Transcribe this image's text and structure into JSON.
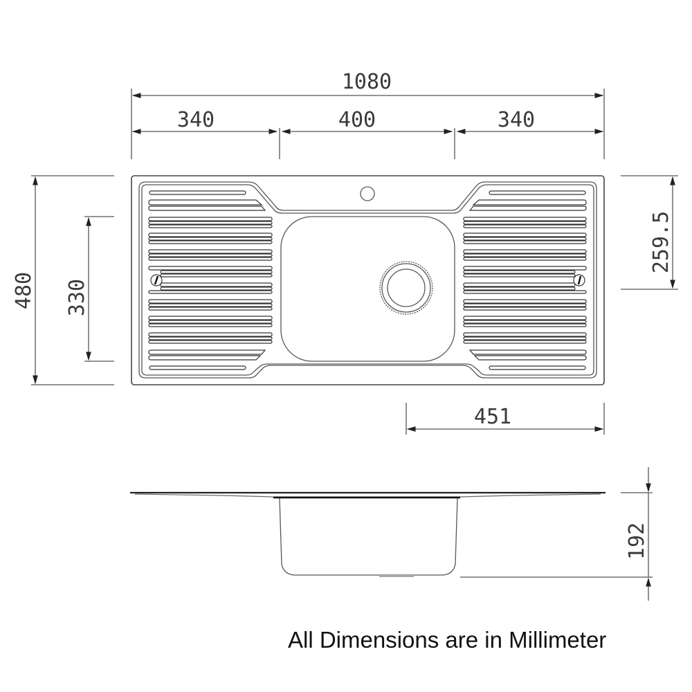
{
  "drawing": {
    "subject": "Double drainer kitchen sink with single bowl",
    "plan_view": {
      "dimensions": {
        "overall_width": "1080",
        "left_drainer_width": "340",
        "bowl_width": "400",
        "right_drainer_width": "340",
        "overall_depth": "480",
        "bowl_depth": "330",
        "tap_hole_to_drain_center": "259.5",
        "drain_offset_from_right": "451"
      }
    },
    "side_view": {
      "dimensions": {
        "bowl_height": "192"
      }
    },
    "footer_note": "All Dimensions are in Millimeter"
  }
}
